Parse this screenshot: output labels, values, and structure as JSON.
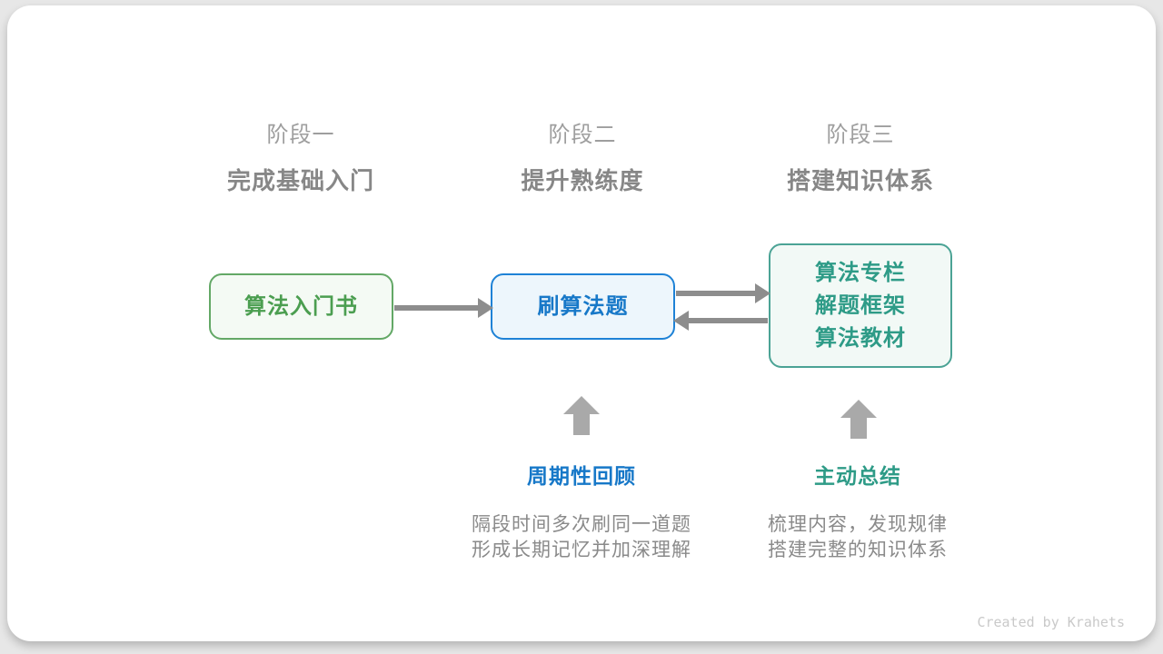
{
  "page": {
    "credit": "Created by Krahets"
  },
  "colors": {
    "page_bg": "#e7e7e7",
    "card_bg": "#ffffff",
    "green_text": "#4b9e50",
    "green_border": "#63a866",
    "green_bg": "#f4faf4",
    "blue_text": "#1778c8",
    "blue_border": "#1e82d6",
    "blue_bg": "#edf6fc",
    "teal_text": "#2e9b87",
    "teal_border": "#4ba395",
    "teal_bg": "#f2f9f6",
    "arrow_gray": "#8d8d8d",
    "up_arrow_gray": "#a9a9a9",
    "stage_label": "#9e9e9e",
    "stage_subtitle": "#878787",
    "desc_text": "#8a8a8a",
    "credit_text": "#c9c9c9"
  },
  "stages": [
    {
      "label": "阶段一",
      "subtitle": "完成基础入门"
    },
    {
      "label": "阶段二",
      "subtitle": "提升熟练度"
    },
    {
      "label": "阶段三",
      "subtitle": "搭建知识体系"
    }
  ],
  "nodes": [
    {
      "label": "算法入门书"
    },
    {
      "label": "刷算法题"
    },
    {
      "lines": [
        "算法专栏",
        "解题框架",
        "算法教材"
      ]
    }
  ],
  "annotations": [
    {
      "title": "周期性回顾",
      "lines": [
        "隔段时间多次刷同一道题",
        "形成长期记忆并加深理解"
      ]
    },
    {
      "title": "主动总结",
      "lines": [
        "梳理内容，发现规律",
        "搭建完整的知识体系"
      ]
    }
  ]
}
